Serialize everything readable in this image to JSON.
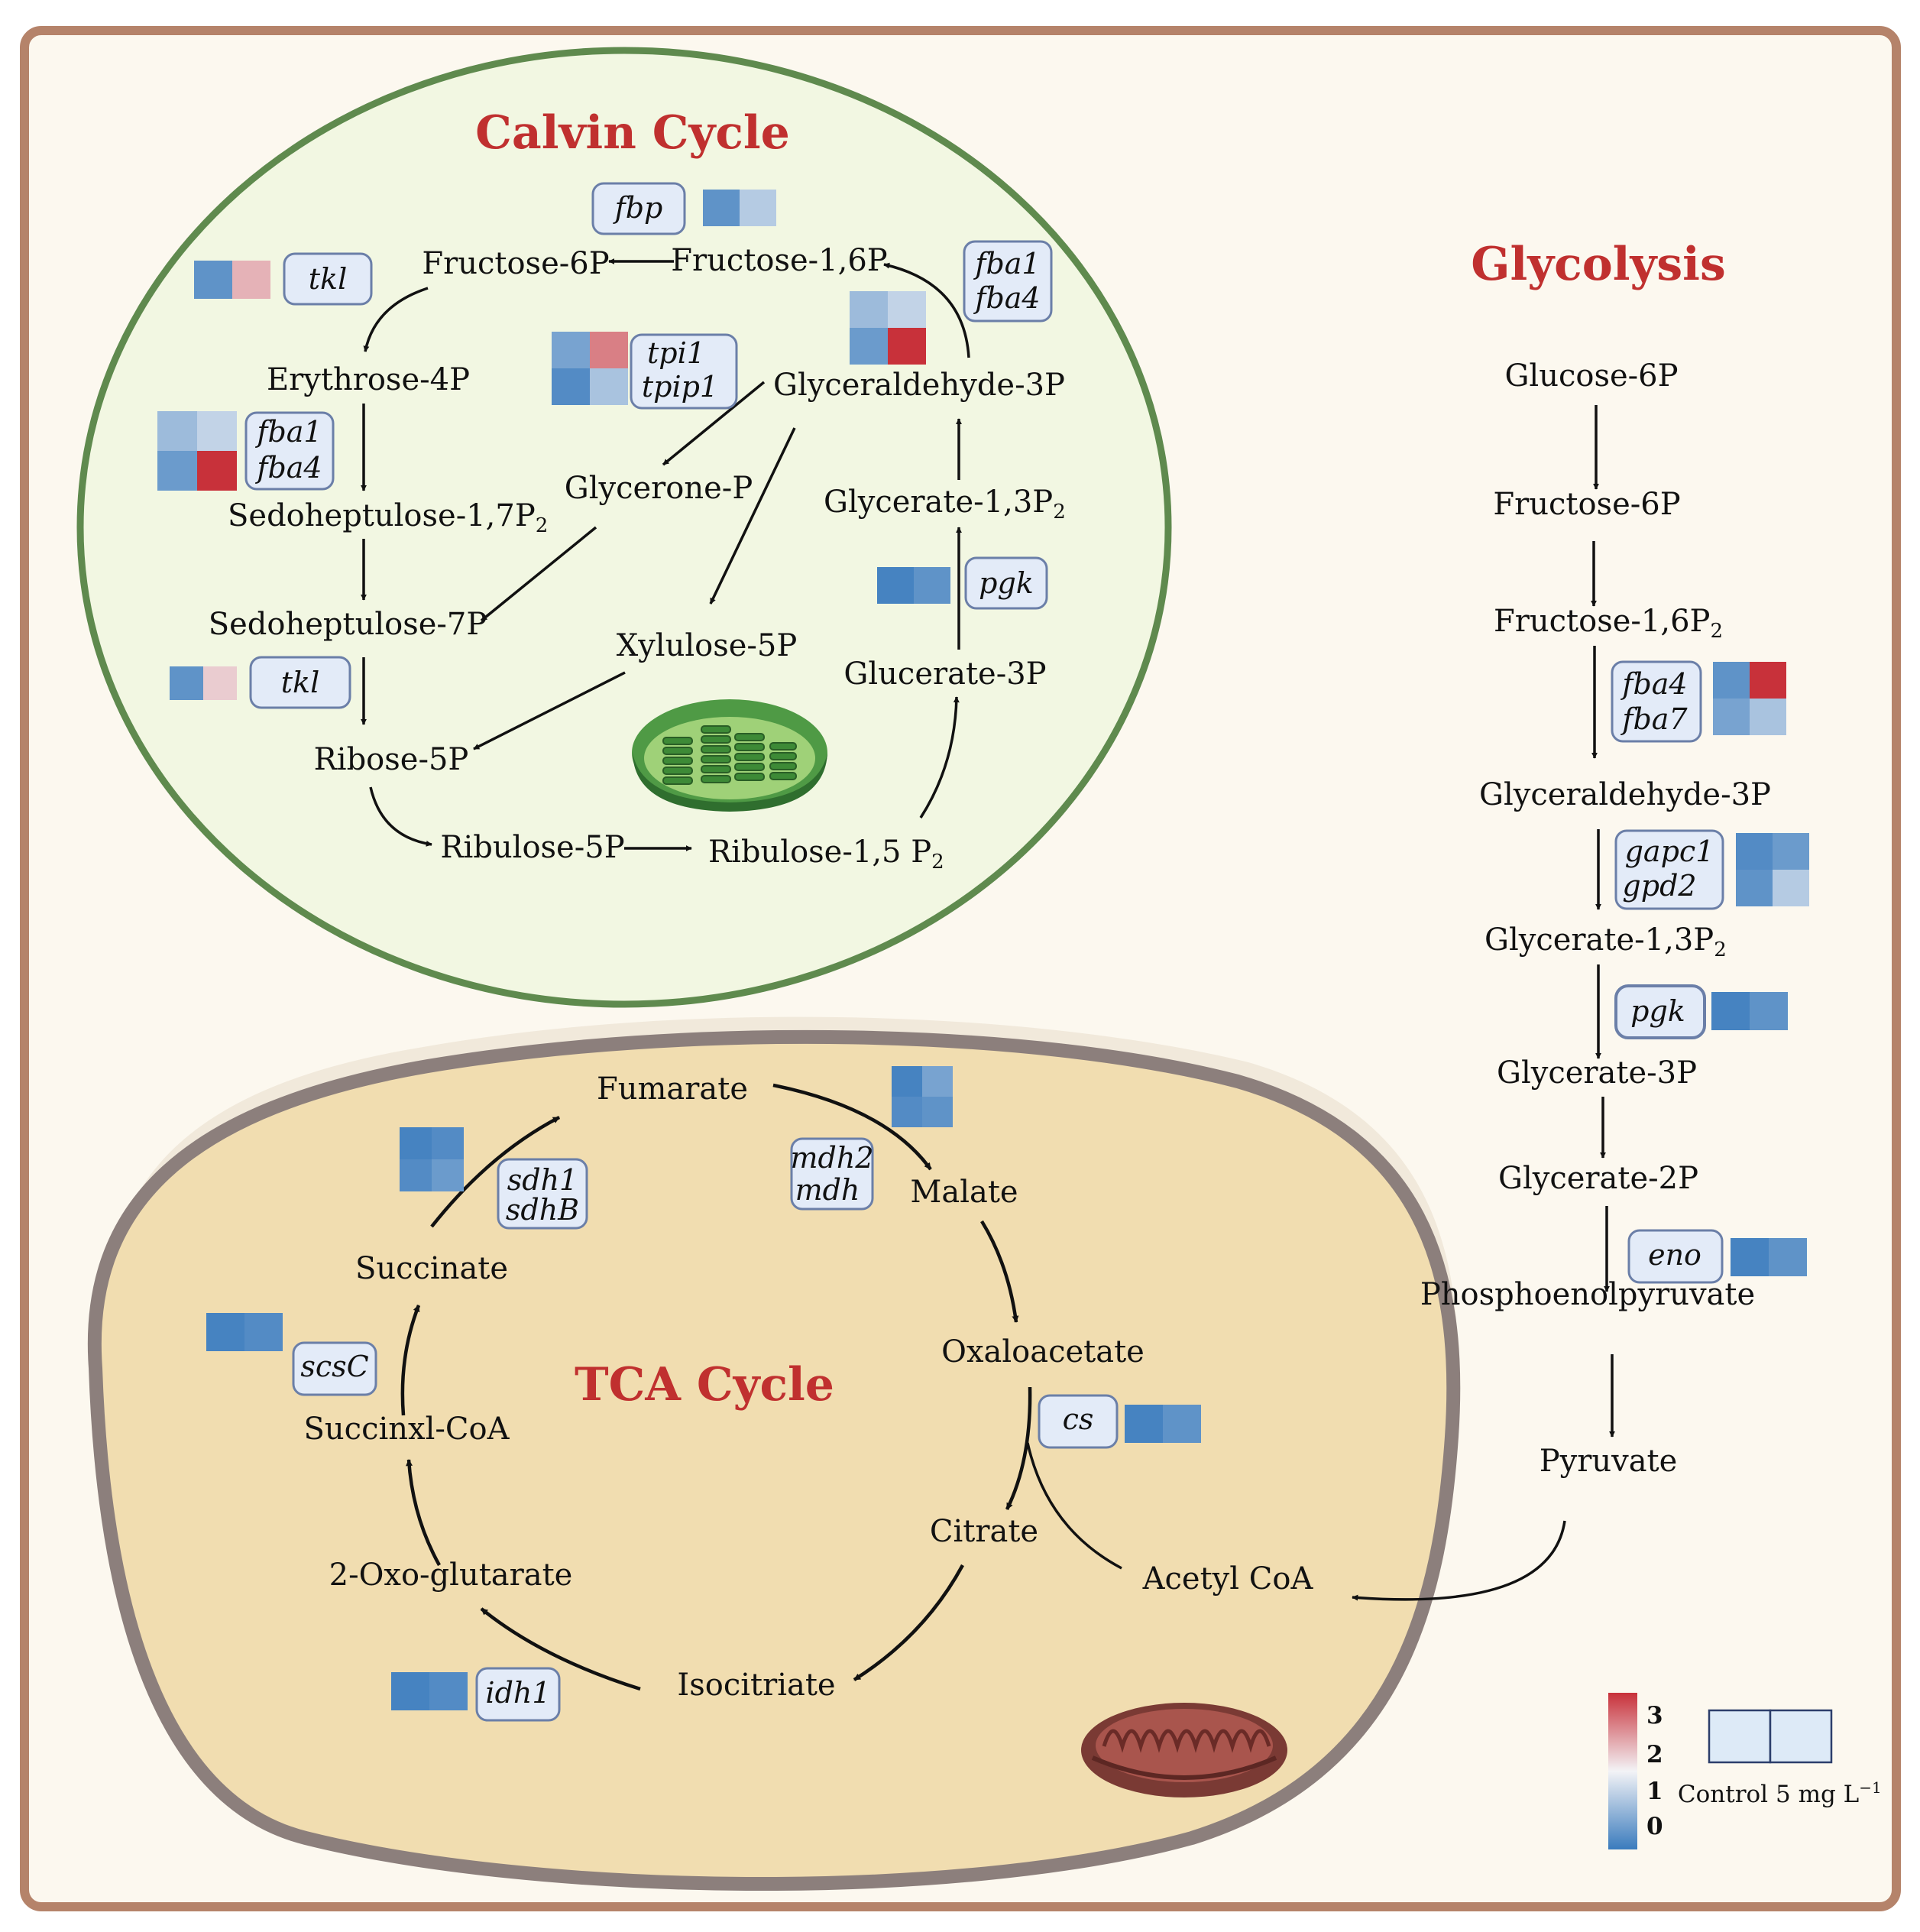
{
  "titles": {
    "calvin": "Calvin Cycle",
    "glycolysis": "Glycolysis",
    "tca": "TCA Cycle"
  },
  "colors": {
    "title": "#c0302f",
    "frame": "#b5836a",
    "page_bg": "#fcf8ef",
    "chloroplast_fill": "#f2f7e2",
    "chloroplast_border": "#5f8a4e",
    "mito_fill": "#f1ddb0",
    "mito_border": "#8c7f7c",
    "gene_box_fill": "#e3ebf8",
    "gene_box_border": "#6b7fa8",
    "heat_high": "#c8313a",
    "heat_low": "#3a7bbd"
  },
  "calvin": {
    "metabolites": {
      "f6p": "Fructose-6P",
      "f16p": "Fructose-1,6P",
      "e4p": "Erythrose-4P",
      "sedo17": "Sedoheptulose-1,7P",
      "sedo7": "Sedoheptulose-7P",
      "ga3p": "Glyceraldehyde-3P",
      "glycerone": "Glycerone-P",
      "g13p": "Glycerate-1,3P",
      "xylulose": "Xylulose-5P",
      "g3p": "Glucerate-3P",
      "ribose": "Ribose-5P",
      "ribulose5": "Ribulose-5P",
      "ribulose15": "Ribulose-1,5 P"
    },
    "subscripts": {
      "sedo17": "2",
      "g13p": "2",
      "ribulose15": "2"
    },
    "genes": {
      "fbp": "fbp",
      "tkl_a": "tkl",
      "fba1_a": "fba1",
      "fba4_a": "fba4",
      "tpi1": "tpi1",
      "tpip1": "tpip1",
      "fba1_b": "fba1",
      "fba4_b": "fba4",
      "pgk": "pgk",
      "tkl_b": "tkl"
    }
  },
  "glycolysis": {
    "metabolites": {
      "g6p": "Glucose-6P",
      "f6p": "Fructose-6P",
      "f16p": "Fructose-1,6P",
      "ga3p": "Glyceraldehyde-3P",
      "g13p": "Glycerate-1,3P",
      "g3p": "Glycerate-3P",
      "g2p": "Glycerate-2P",
      "pep": "Phosphoenolpyruvate",
      "pyruvate": "Pyruvate"
    },
    "subscripts": {
      "f16p": "2",
      "g13p": "2"
    },
    "genes": {
      "fba4": "fba4",
      "fba7": "fba7",
      "gapc1": "gapc1",
      "gpd2": "gpd2",
      "pgk": "pgk",
      "eno": "eno"
    }
  },
  "tca": {
    "metabolites": {
      "fumarate": "Fumarate",
      "malate": "Malate",
      "oxaloacetate": "Oxaloacetate",
      "citrate": "Citrate",
      "acetylcoa": "Acetyl CoA",
      "isocitrate": "Isocitriate",
      "oxoglutarate": "2-Oxo-glutarate",
      "succinylcoa": "Succinxl-CoA",
      "succinate": "Succinate"
    },
    "genes": {
      "sdh1": "sdh1",
      "sdhB": "sdhB",
      "mdh2": "mdh2",
      "mdh": "mdh",
      "cs": "cs",
      "scsC": "scsC",
      "idh1": "idh1"
    }
  },
  "legend": {
    "scale_ticks": [
      "3",
      "2",
      "1",
      "0"
    ],
    "control_label": "Control",
    "treatment_label": "5 mg L",
    "treatment_sup": "−1"
  },
  "heatmaps": {
    "calvin_fbp": {
      "rows": [
        [
          0.3,
          1.0
        ]
      ]
    },
    "calvin_tkl_a": {
      "rows": [
        [
          0.3,
          2.0
        ]
      ]
    },
    "calvin_fba_a": {
      "rows": [
        [
          0.8,
          1.1
        ],
        [
          0.4,
          3.0
        ]
      ]
    },
    "calvin_tpi": {
      "rows": [
        [
          0.5,
          2.4
        ],
        [
          0.2,
          0.9
        ]
      ]
    },
    "calvin_fba_b": {
      "rows": [
        [
          0.8,
          1.1
        ],
        [
          0.4,
          3.0
        ]
      ]
    },
    "calvin_pgk": {
      "rows": [
        [
          0.1,
          0.3
        ]
      ]
    },
    "calvin_tkl_b": {
      "rows": [
        [
          0.3,
          1.8
        ]
      ]
    },
    "glyc_fba": {
      "rows": [
        [
          0.3,
          3.0
        ],
        [
          0.5,
          0.9
        ]
      ]
    },
    "glyc_gap": {
      "rows": [
        [
          0.2,
          0.4
        ],
        [
          0.3,
          1.0
        ]
      ]
    },
    "glyc_pgk": {
      "rows": [
        [
          0.1,
          0.3
        ]
      ]
    },
    "glyc_eno": {
      "rows": [
        [
          0.1,
          0.3
        ]
      ]
    },
    "tca_sdh": {
      "rows": [
        [
          0.1,
          0.2
        ],
        [
          0.2,
          0.4
        ]
      ]
    },
    "tca_mdh": {
      "rows": [
        [
          0.1,
          0.5
        ],
        [
          0.2,
          0.3
        ]
      ]
    },
    "tca_cs": {
      "rows": [
        [
          0.1,
          0.3
        ]
      ]
    },
    "tca_scs": {
      "rows": [
        [
          0.1,
          0.2
        ]
      ]
    },
    "tca_idh": {
      "rows": [
        [
          0.1,
          0.2
        ]
      ]
    }
  }
}
